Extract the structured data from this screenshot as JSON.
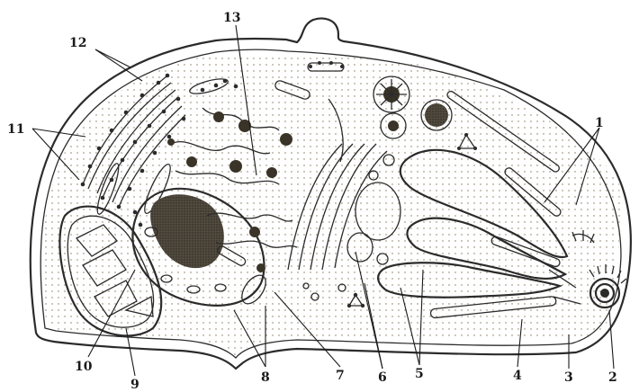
{
  "diagram": {
    "labels": [
      "1",
      "2",
      "3",
      "4",
      "5",
      "6",
      "7",
      "8",
      "9",
      "10",
      "11",
      "12",
      "13"
    ]
  },
  "colors": {
    "cytoplasm": "#ecdcb4",
    "ink": "#2b2b2b",
    "rod_fill": "#6e6656",
    "nucleus_fill": "#4a443a",
    "background": "#ffffff"
  }
}
